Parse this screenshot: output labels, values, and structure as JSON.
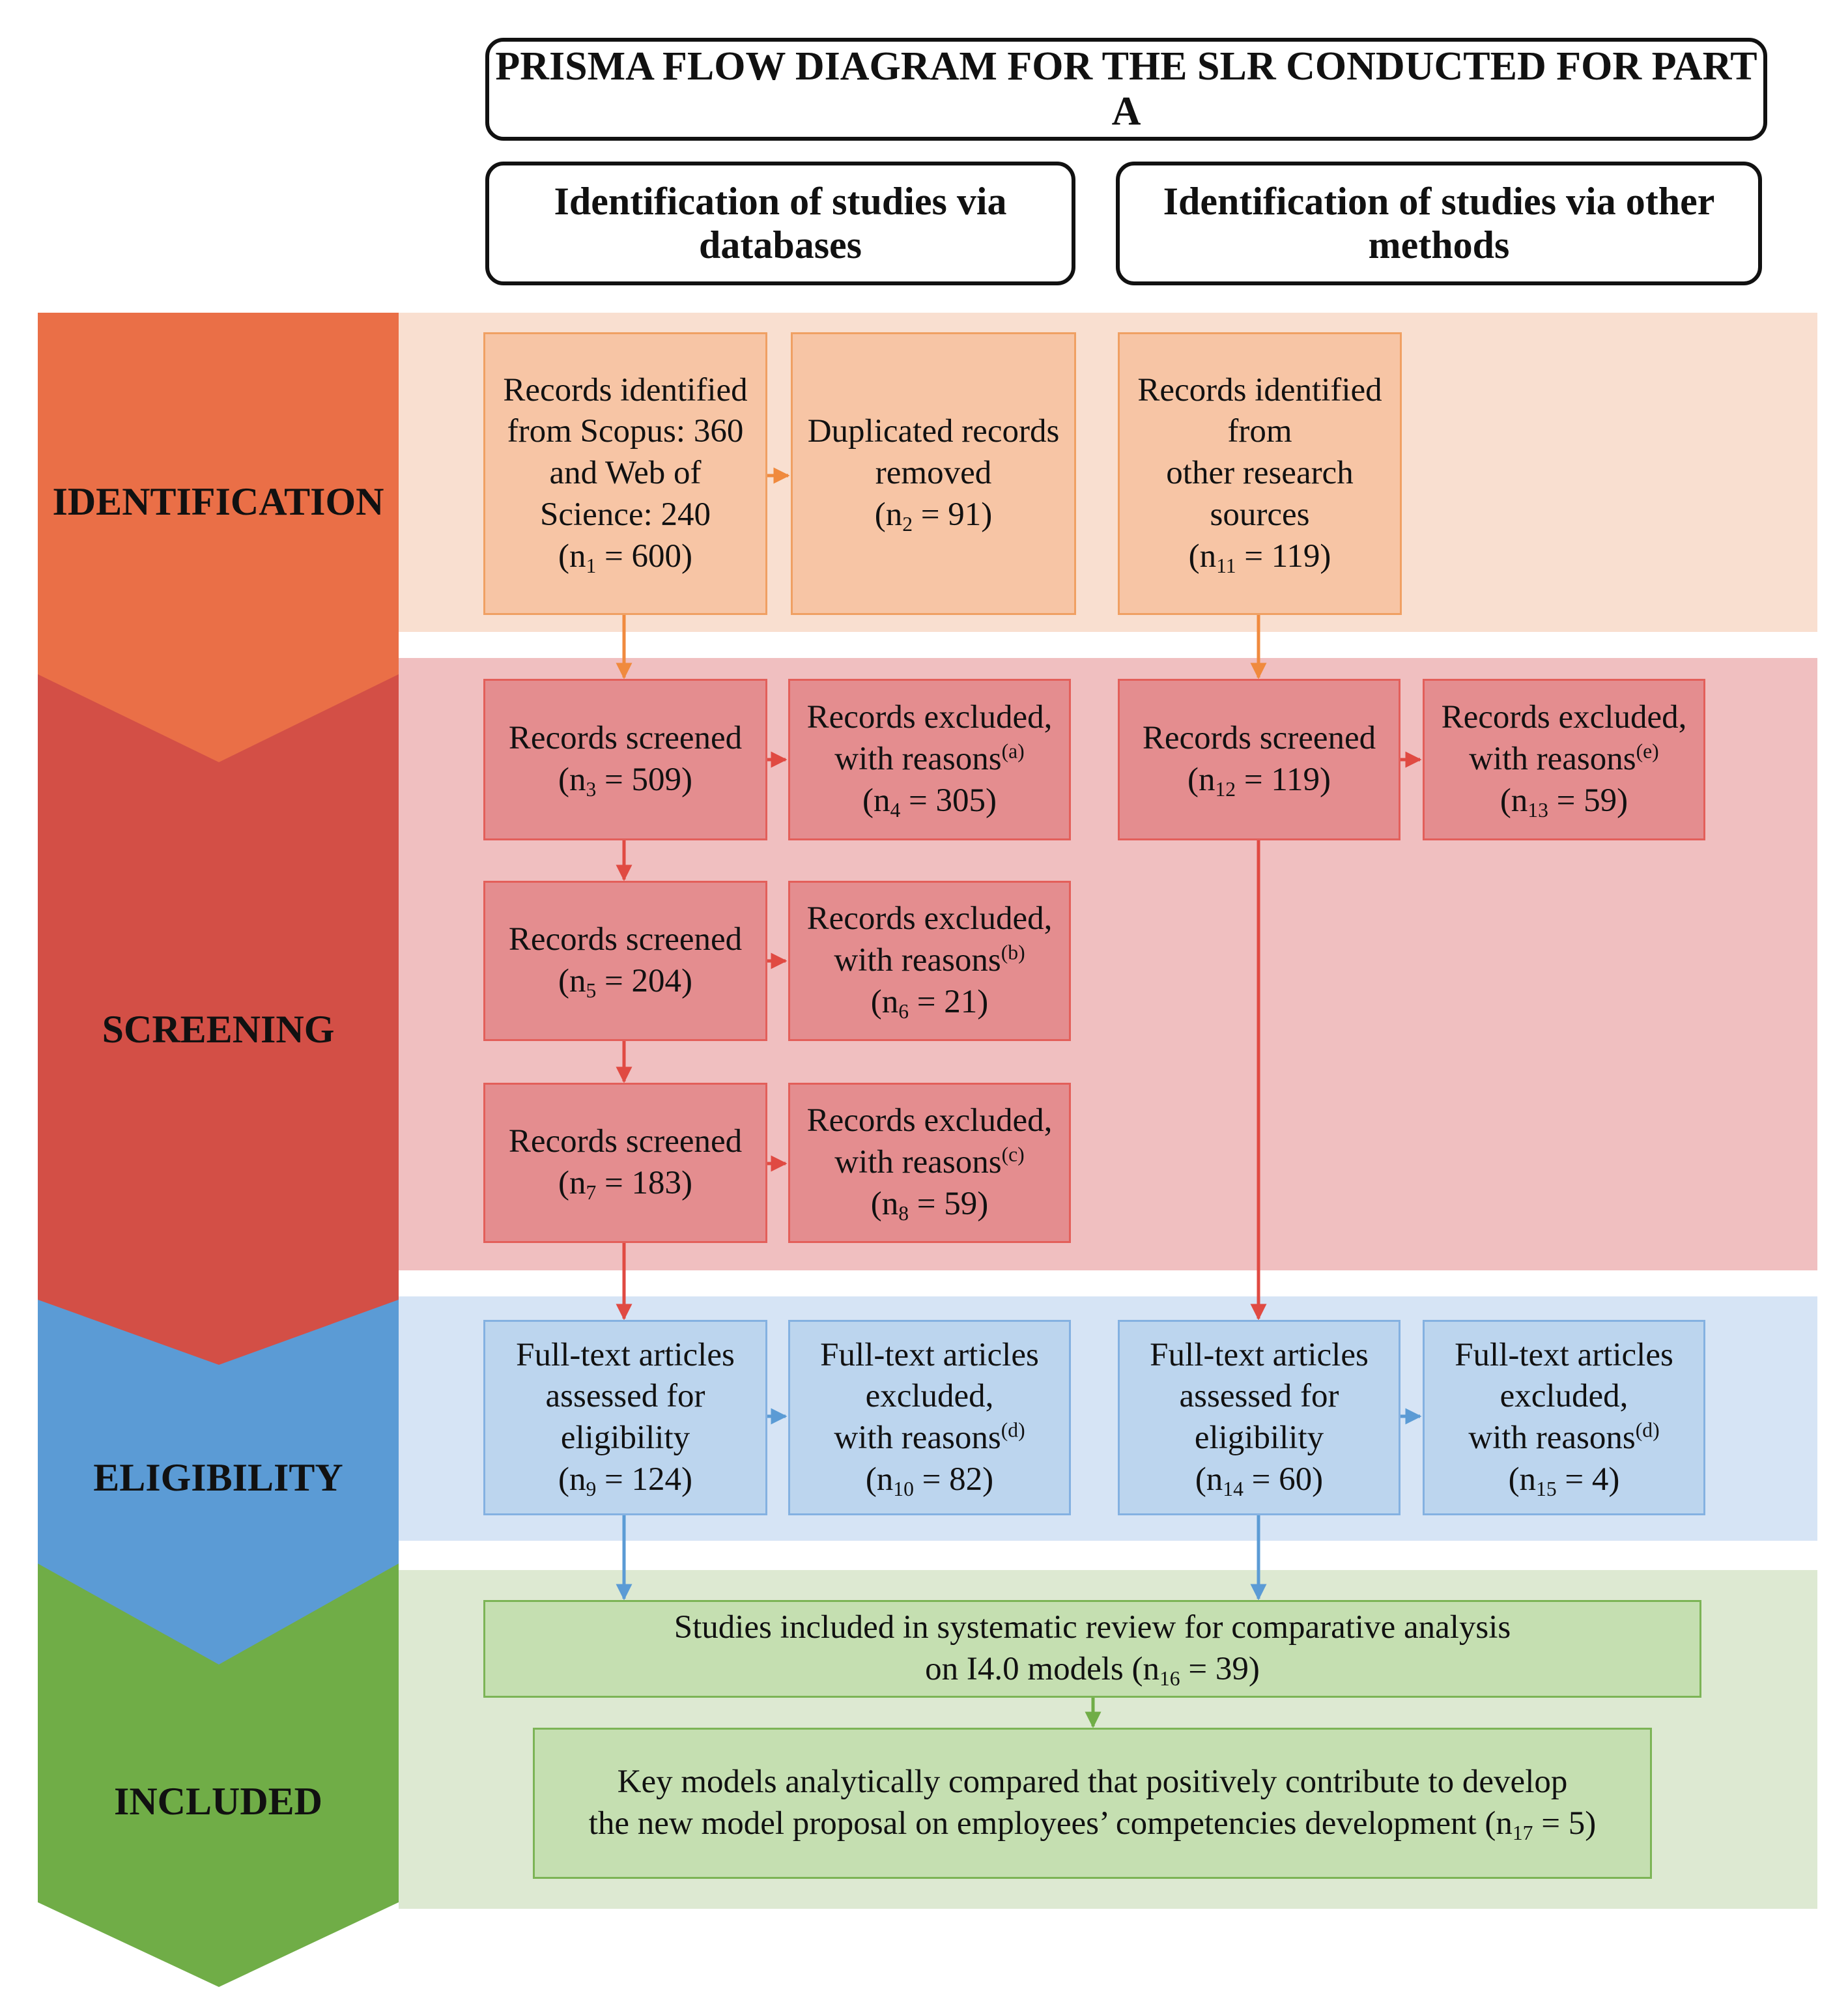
{
  "title": {
    "line1": "PRISMA FLOW DIAGRAM FOR THE SLR",
    "line2": "CONDUCTED FOR PART A"
  },
  "columns": {
    "databases": {
      "line1": "Identification of studies",
      "line2": "via databases"
    },
    "other": {
      "line1": "Identification of studies",
      "line2": "via other methods"
    }
  },
  "stages": {
    "identification": "IDENTIFICATION",
    "screening": "SCREENING",
    "eligibility": "ELIGIBILITY",
    "included": "INCLUDED"
  },
  "boxes": {
    "db_identified": {
      "l1": "Records identified",
      "l2": "from Scopus: 360",
      "l3": "and Web of",
      "l4": "Science: 240",
      "n": "1",
      "v": "600"
    },
    "db_duplicates": {
      "l1": "Duplicated records",
      "l2": "removed",
      "n": "2",
      "v": "91"
    },
    "other_identified": {
      "l1": "Records identified",
      "l2": "from",
      "l3": "other research",
      "l4": "sources",
      "n": "11",
      "v": "119"
    },
    "db_screened_1": {
      "l1": "Records screened",
      "n": "3",
      "v": "509"
    },
    "db_excluded_1": {
      "l1": "Records excluded,",
      "l2": "with reasons",
      "r": "(a)",
      "n": "4",
      "v": "305"
    },
    "other_screened": {
      "l1": "Records screened",
      "n": "12",
      "v": "119"
    },
    "other_excluded": {
      "l1": "Records excluded,",
      "l2": "with reasons",
      "r": "(e)",
      "n": "13",
      "v": "59"
    },
    "db_screened_2": {
      "l1": "Records screened",
      "n": "5",
      "v": "204"
    },
    "db_excluded_2": {
      "l1": "Records excluded,",
      "l2": "with reasons",
      "r": "(b)",
      "n": "6",
      "v": "21"
    },
    "db_screened_3": {
      "l1": "Records screened",
      "n": "7",
      "v": "183"
    },
    "db_excluded_3": {
      "l1": "Records excluded,",
      "l2": "with reasons",
      "r": "(c)",
      "n": "8",
      "v": "59"
    },
    "db_fulltext": {
      "l1": "Full-text articles",
      "l2": "assessed for",
      "l3": "eligibility",
      "n": "9",
      "v": "124"
    },
    "db_fulltext_excluded": {
      "l1": "Full-text articles",
      "l2": "excluded,",
      "l3": "with reasons",
      "r": "(d)",
      "n": "10",
      "v": "82"
    },
    "other_fulltext": {
      "l1": "Full-text articles",
      "l2": "assessed for",
      "l3": "eligibility",
      "n": "14",
      "v": "60"
    },
    "other_fulltext_excluded": {
      "l1": "Full-text articles",
      "l2": "excluded,",
      "l3": "with reasons",
      "r": "(d)",
      "n": "15",
      "v": "4"
    },
    "included_review": {
      "l1": "Studies included in systematic review for comparative analysis",
      "l2": "on I4.0 models (n",
      "n": "16",
      "v": "39"
    },
    "key_models": {
      "l1": "Key models analytically compared that positively contribute to develop",
      "l2": "the new model proposal on employees’ competencies development (n",
      "n": "17",
      "v": "5"
    }
  },
  "colors": {
    "identification": "#ea6f47",
    "screening": "#d34f46",
    "eligibility": "#5b9bd5",
    "included": "#70ad47"
  }
}
